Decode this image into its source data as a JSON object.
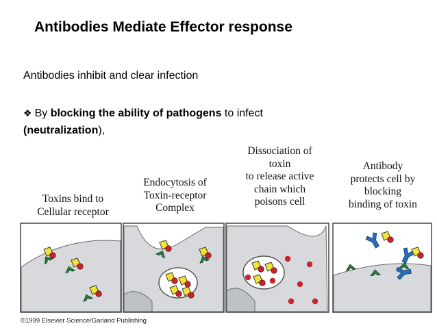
{
  "slide": {
    "title": "Antibodies Mediate Effector response",
    "line1": "Antibodies inhibit and clear infection",
    "bullet": {
      "icon": "diamond-bullet-icon",
      "prefix": "By ",
      "bold1": "blocking the ability of pathogens",
      "mid": " to infect",
      "bold2": "(neutralization",
      "suffix": "),"
    }
  },
  "figure": {
    "panels": [
      {
        "caption": "Toxins bind to\nCellular receptor"
      },
      {
        "caption": "Endocytosis of\nToxin-receptor\nComplex"
      },
      {
        "caption": "Dissociation of\ntoxin\nto release active\nchain which\npoisons cell"
      },
      {
        "caption": "Antibody\nprotects cell by\nblocking\nbinding of toxin"
      }
    ],
    "copyright": "©1999 Elsevier Science/Garland Publishing"
  },
  "colors": {
    "toxin_yellow": "#f2e33a",
    "toxin_red": "#c8242b",
    "receptor_green": "#2e7d46",
    "antibody_blue": "#2a6fb5",
    "cell_gray": "#d7d9dc"
  }
}
